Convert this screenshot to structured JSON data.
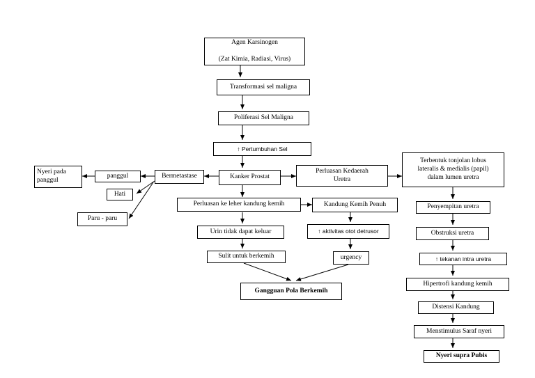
{
  "nodes": {
    "agen": "Agen Karsinogen\n\n(Zat Kimia, Radiasi, Virus)",
    "transformasi": "Transformasi sel maligna",
    "poliferasi": "Poliferasi Sel Maligna",
    "pertumbuhan": "↑ Pertumbuhan Sel",
    "kanker": "Kanker Prostat",
    "bermetastase": "Bermetastase",
    "panggul": "panggul",
    "nyeri_panggul": "Nyeri pada\npanggul",
    "hati": "Hati",
    "paru": "Paru - paru",
    "perluasan_uretra": "Perluasan Kedaerah\nUretra",
    "tonjolan": "Terbentuk tonjolan lobus\nlateralis & medialis (papil)\ndalam lumen uretra",
    "penyempitan": "Penyempitan uretra",
    "obstruksi": "Obstruksi uretra",
    "tekanan": "↑ tekanan intra uretra",
    "hipertrofi": "Hipertrofi kandung kemih",
    "distensi": "Distensi Kandung",
    "menstimulus": "Menstimulus Saraf nyeri",
    "nyeri_supra": "Nyeri supra Pubis",
    "perluasan_leher": "Perluasan ke leher kandung kemih",
    "kandung_penuh": "Kandung Kemih Penuh",
    "urin": "Urin tidak dapat keluar",
    "aktivitas": "↑ aktivitas otot detrusor",
    "sulit": "Sulit untuk berkemih",
    "urgency": "urgency",
    "gangguan": "Gangguan Pola Berkemih"
  }
}
